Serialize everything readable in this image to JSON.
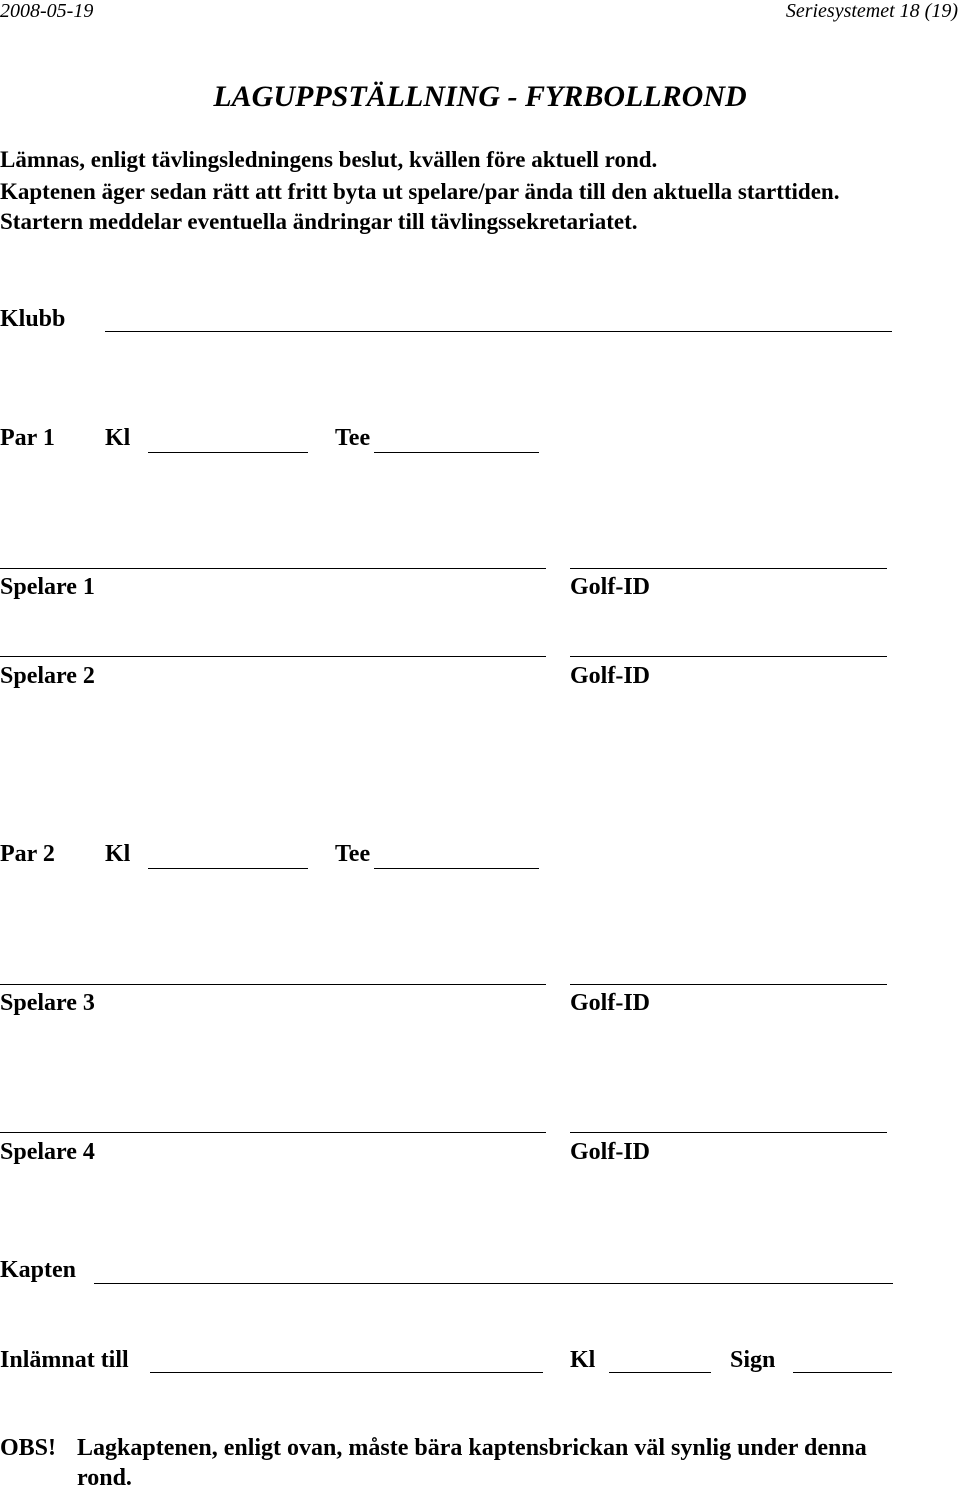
{
  "header": {
    "date": "2008-05-19",
    "system": "Seriesystemet 18 (19)"
  },
  "title": "LAGUPPSTÄLLNING - FYRBOLLROND",
  "intro": [
    "Lämnas, enligt tävlingsledningens beslut, kvällen före aktuell rond.",
    "Kaptenen äger sedan rätt att fritt byta ut spelare/par ända till den aktuella starttiden.",
    "Startern meddelar eventuella ändringar till tävlingssekretariatet."
  ],
  "form": {
    "klubb_label": "Klubb",
    "pairs": [
      {
        "label": "Par 1",
        "kl_label": "Kl",
        "tee_label": "Tee",
        "players": [
          {
            "label": "Spelare 1",
            "id_label": "Golf-ID"
          },
          {
            "label": "Spelare 2",
            "id_label": "Golf-ID"
          }
        ]
      },
      {
        "label": "Par 2",
        "kl_label": "Kl",
        "tee_label": "Tee",
        "players": [
          {
            "label": "Spelare 3",
            "id_label": "Golf-ID"
          },
          {
            "label": "Spelare 4",
            "id_label": "Golf-ID"
          }
        ]
      }
    ],
    "kapten_label": "Kapten",
    "inlamnat_label": "Inlämnat till",
    "kl_label": "Kl",
    "sign_label": "Sign"
  },
  "note": {
    "obs_label": "OBS!",
    "line1": "Lagkaptenen, enligt ovan, måste bära kaptensbrickan väl synlig under denna",
    "line2": "rond."
  }
}
